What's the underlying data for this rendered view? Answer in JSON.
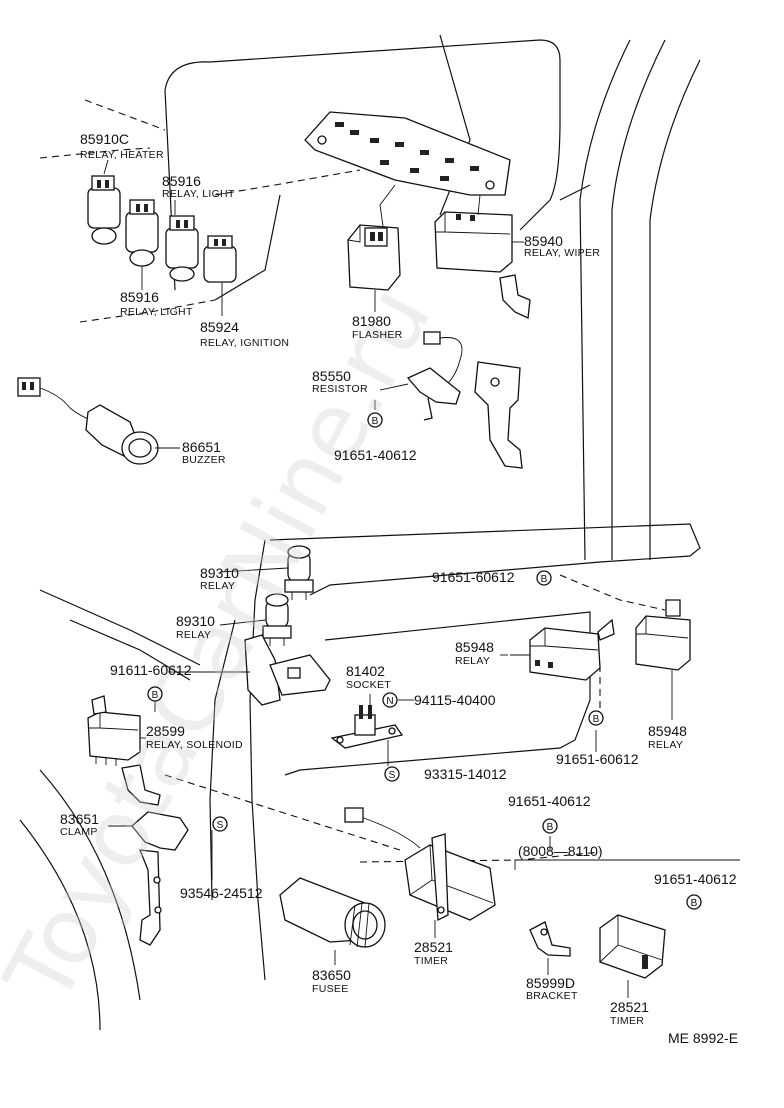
{
  "watermark": "ToyotaCarNine.ru",
  "diagram_code": "ME 8992-E",
  "parts": [
    {
      "id": "p1",
      "number": "85910C",
      "name": "RELAY, HEATER"
    },
    {
      "id": "p2",
      "number": "85916",
      "name": "RELAY, LIGHT"
    },
    {
      "id": "p3",
      "number": "85916",
      "name": "RELAY, LIGHT"
    },
    {
      "id": "p4",
      "number": "85924",
      "name": "RELAY, IGNITION"
    },
    {
      "id": "p5",
      "number": "81980",
      "name": "FLASHER"
    },
    {
      "id": "p6",
      "number": "85940",
      "name": "RELAY, WIPER"
    },
    {
      "id": "p7",
      "number": "85550",
      "name": "RESISTOR"
    },
    {
      "id": "p8",
      "number": "91651-40612",
      "name": ""
    },
    {
      "id": "p9",
      "number": "86651",
      "name": "BUZZER"
    },
    {
      "id": "p10",
      "number": "89310",
      "name": "RELAY"
    },
    {
      "id": "p11",
      "number": "89310",
      "name": "RELAY"
    },
    {
      "id": "p12",
      "number": "91611-60612",
      "name": ""
    },
    {
      "id": "p13",
      "number": "28599",
      "name": "RELAY, SOLENOID"
    },
    {
      "id": "p14",
      "number": "83651",
      "name": "CLAMP"
    },
    {
      "id": "p15",
      "number": "93546-24512",
      "name": ""
    },
    {
      "id": "p16",
      "number": "81402",
      "name": "SOCKET"
    },
    {
      "id": "p17",
      "number": "94115-40400",
      "name": ""
    },
    {
      "id": "p18",
      "number": "93315-14012",
      "name": ""
    },
    {
      "id": "p19",
      "number": "91651-60612",
      "name": ""
    },
    {
      "id": "p20",
      "number": "85948",
      "name": "RELAY"
    },
    {
      "id": "p21",
      "number": "85948",
      "name": "RELAY"
    },
    {
      "id": "p22",
      "number": "91651-60612",
      "name": ""
    },
    {
      "id": "p23",
      "number": "91651-40612",
      "name": ""
    },
    {
      "id": "p24",
      "number": "28521",
      "name": "TIMER"
    },
    {
      "id": "p25",
      "number": "83650",
      "name": "FUSEE"
    },
    {
      "id": "p26",
      "number": "85999D",
      "name": "BRACKET"
    },
    {
      "id": "p27",
      "number": "28521",
      "name": "TIMER"
    },
    {
      "id": "p28",
      "number": "91651-40612",
      "name": ""
    }
  ],
  "callout_letters": {
    "b": "B",
    "n": "N",
    "s": "S"
  },
  "date_range": "(8008—8110)"
}
